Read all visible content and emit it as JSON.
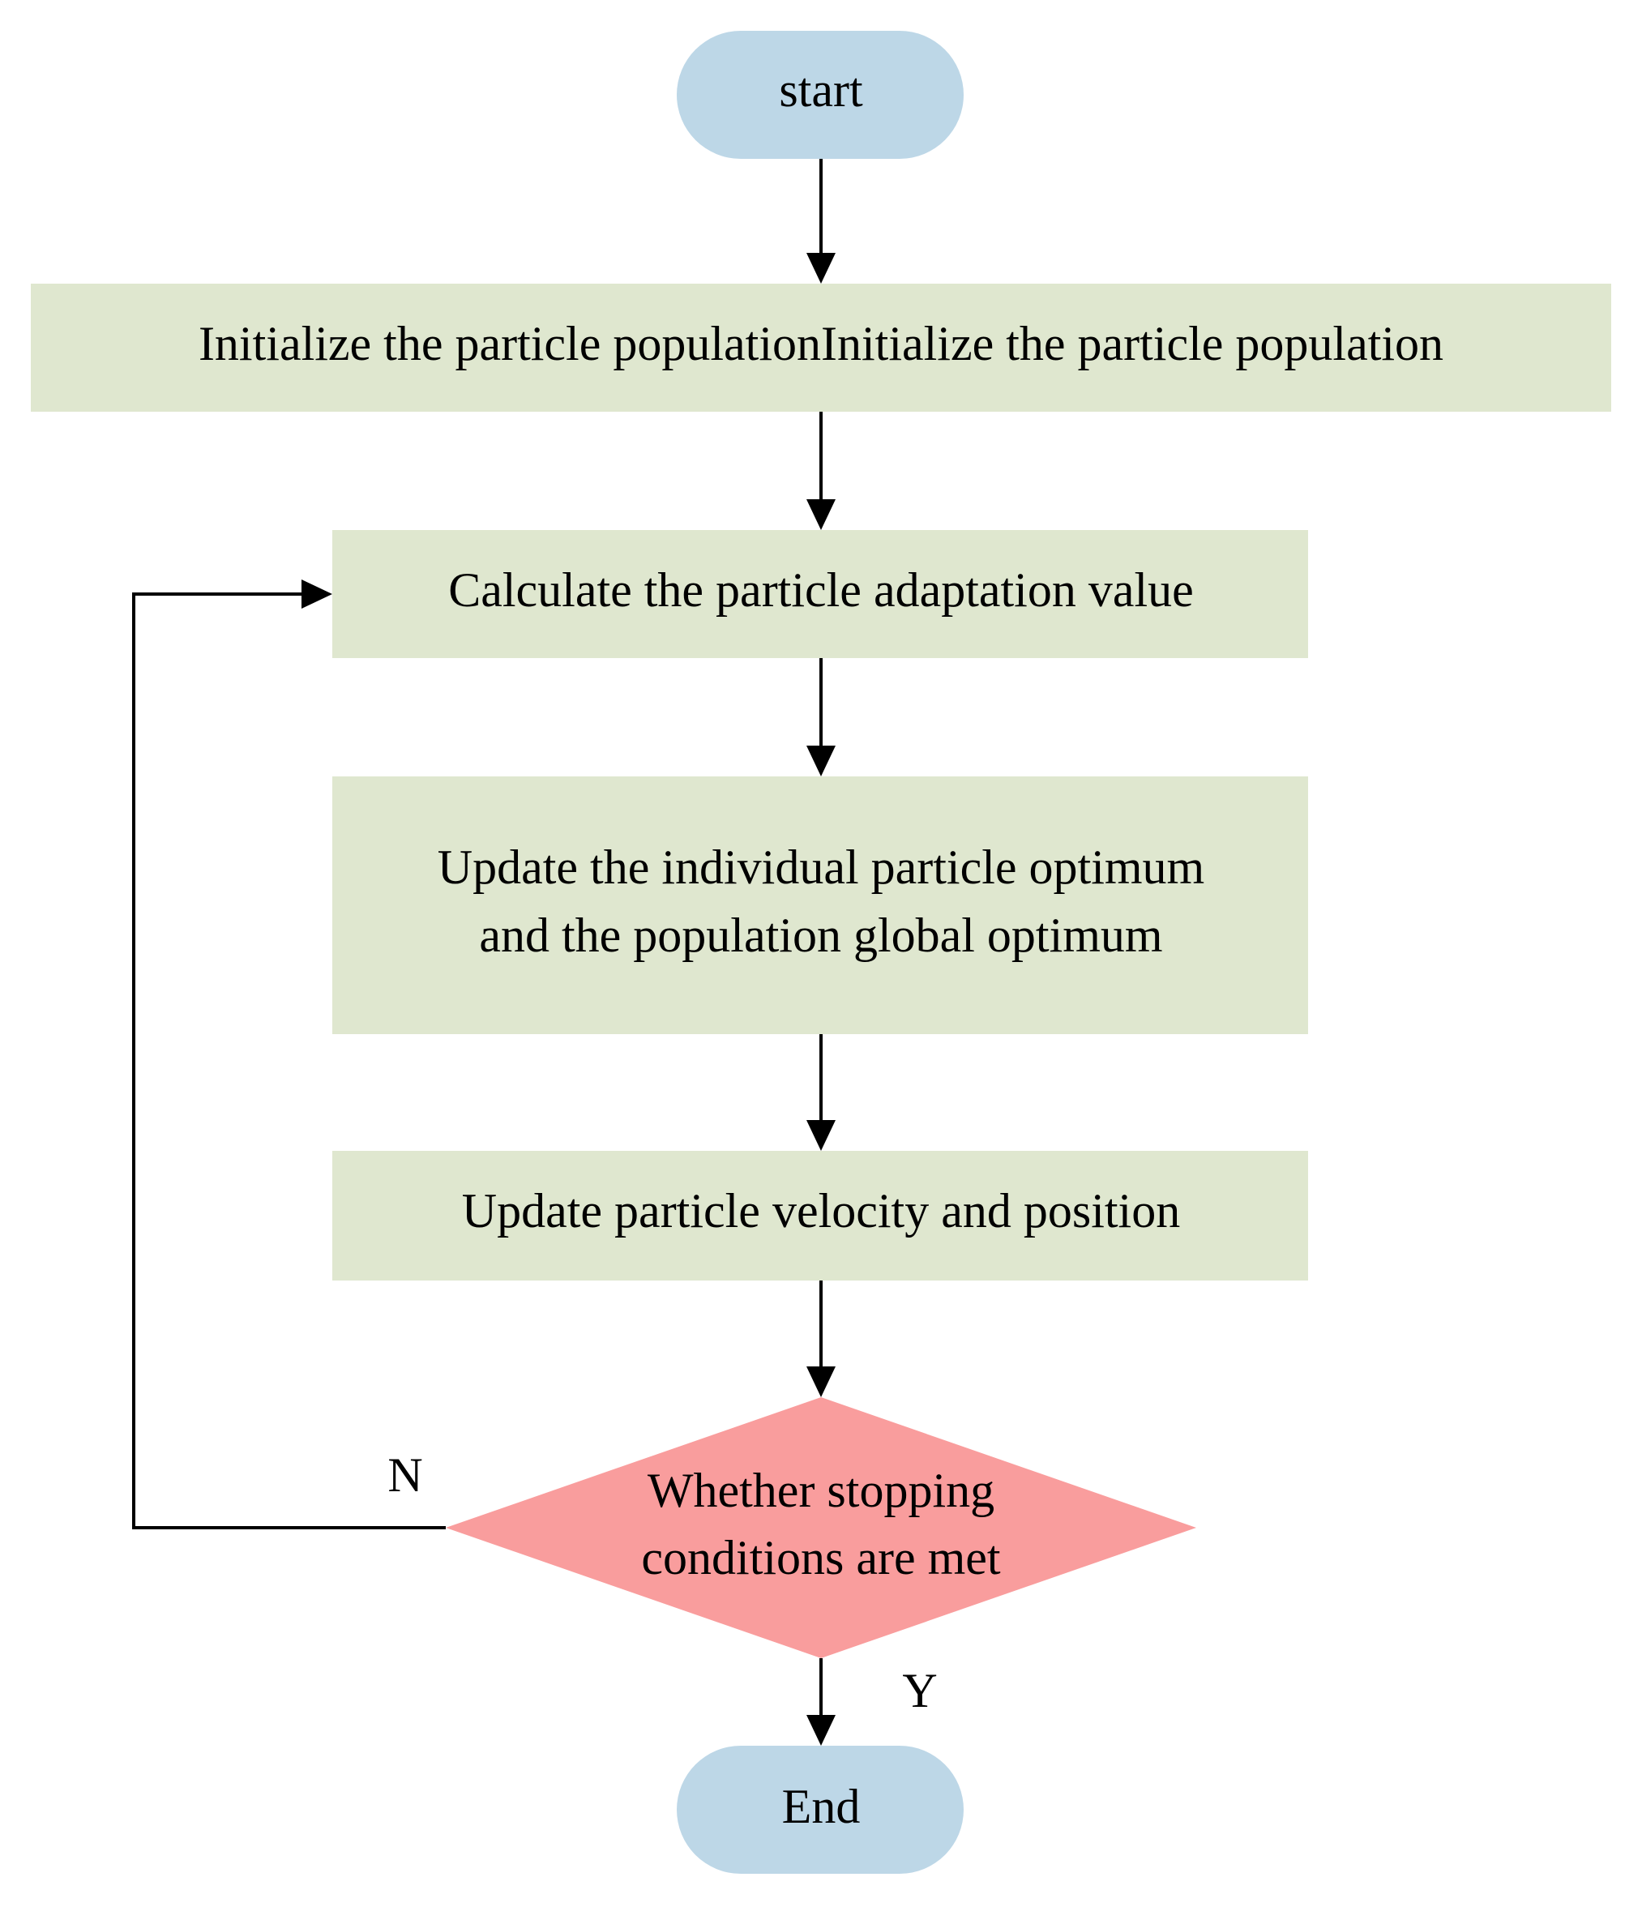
{
  "nodes": {
    "start": {
      "label": "start"
    },
    "init": {
      "label": "Initialize the particle populationInitialize the particle population"
    },
    "calc": {
      "label": "Calculate the particle adaptation value"
    },
    "update_optimum": {
      "line1": "Update the individual particle optimum",
      "line2": "and the population global optimum"
    },
    "update_velocity": {
      "label": "Update particle velocity and position"
    },
    "decision": {
      "line1": "Whether stopping",
      "line2": "conditions are met"
    },
    "end": {
      "label": "End"
    }
  },
  "edge_labels": {
    "no": "N",
    "yes": "Y"
  },
  "colors": {
    "terminal_fill": "#bdd7e7",
    "process_fill": "#dfe7cf",
    "decision_fill": "#f99d9d",
    "line": "#000000"
  }
}
